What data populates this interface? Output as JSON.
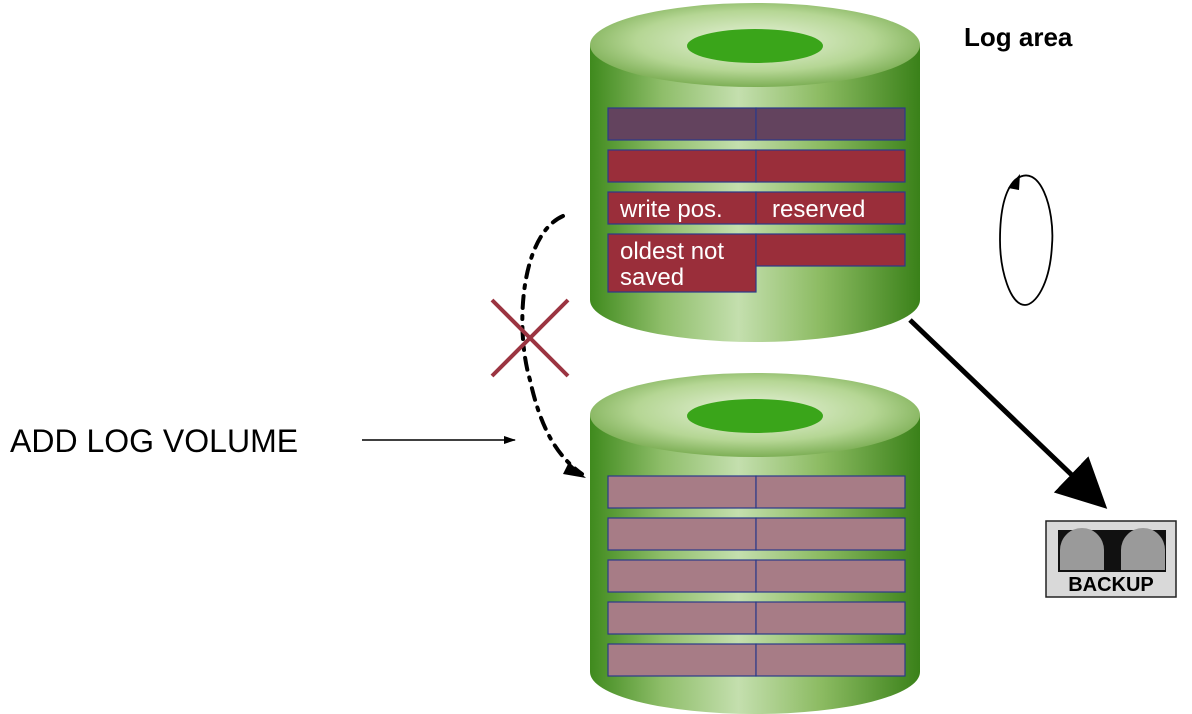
{
  "title": "Log area",
  "add_label": "ADD LOG VOLUME",
  "backup_label": "BACKUP",
  "upper_volume": {
    "rows": [
      {
        "left": "",
        "right": "",
        "state": "full"
      },
      {
        "left": "",
        "right": "",
        "state": "active"
      },
      {
        "left": "write pos.",
        "right": "reserved",
        "state": "active"
      },
      {
        "left": "oldest not saved",
        "left_lines": [
          "oldest not",
          "saved"
        ],
        "right": "",
        "state": "active"
      }
    ]
  },
  "lower_volume": {
    "rows": [
      {
        "left": "",
        "right": "",
        "state": "free"
      },
      {
        "left": "",
        "right": "",
        "state": "free"
      },
      {
        "left": "",
        "right": "",
        "state": "free"
      },
      {
        "left": "",
        "right": "",
        "state": "free"
      },
      {
        "left": "",
        "right": "",
        "state": "free"
      }
    ]
  },
  "colors": {
    "cylinder_dark": "#3f8a1d",
    "cylinder_light": "#c4dfae",
    "cylinder_hole": "#3aa51a",
    "segment_full": "#63435e",
    "segment_active": "#9a2e3a",
    "segment_free": "#a77c86",
    "segment_border": "#2b3a8a",
    "cross": "#9b3441",
    "text_light": "#ffffff",
    "text_dark": "#000000",
    "backup_fill": "#d9d9d9",
    "backup_disc": "#9a9a9a"
  },
  "icons": [
    "circular-arrow-icon",
    "cross-icon",
    "backup-tape-icon"
  ]
}
